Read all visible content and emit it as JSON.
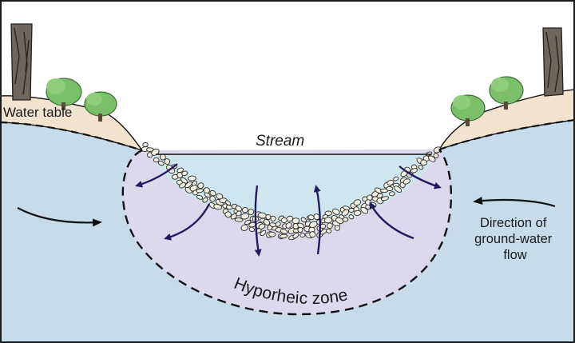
{
  "labels": {
    "water_table": "Water table",
    "stream": "Stream",
    "flow_direction": [
      "Direction of",
      "ground-water",
      "flow"
    ],
    "hyporheic_zone": "Hyporheic zone"
  },
  "colors": {
    "groundwater": "#c8dbe8",
    "hyporheic": "#dcd9ec",
    "stream_water": "#cfe6ef",
    "soil": "#f2e3cf",
    "arrows": "#241a63",
    "outline": "#111111",
    "tree_green": "#7cbf6a",
    "frame": "#1a1a1a"
  },
  "icons": [
    "tree-trunk-icon",
    "bush-icon",
    "flow-arrow-icon",
    "pebble-icon"
  ]
}
